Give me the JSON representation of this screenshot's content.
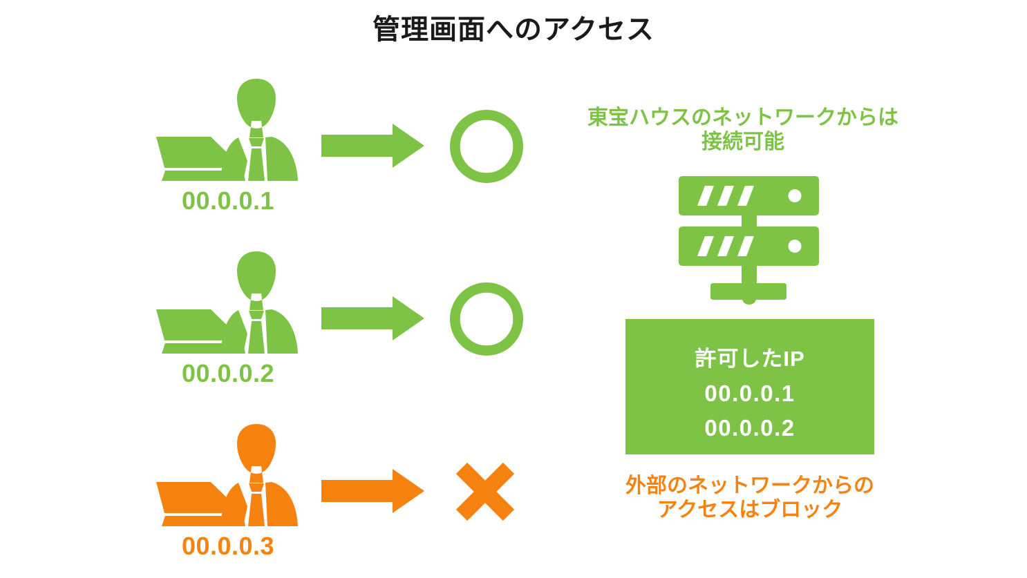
{
  "title": "管理画面へのアクセス",
  "colors": {
    "green": "#7EC345",
    "orange": "#F6830F",
    "title_text": "#1A1A1A",
    "background": "#FFFFFF",
    "box_text": "#FFFFFF"
  },
  "clients": [
    {
      "ip": "00.0.0.1",
      "status": "allowed",
      "result_icon": "circle-ok",
      "color": "green"
    },
    {
      "ip": "00.0.0.2",
      "status": "allowed",
      "result_icon": "circle-ok",
      "color": "green"
    },
    {
      "ip": "00.0.0.3",
      "status": "blocked",
      "result_icon": "x-blocked",
      "color": "orange"
    }
  ],
  "allowed_caption": {
    "line1": "東宝ハウスのネットワークからは",
    "line2": "接続可能"
  },
  "allowed_ip_box": {
    "heading": "許可したIP",
    "ips": [
      "00.0.0.1",
      "00.0.0.2"
    ]
  },
  "blocked_caption": {
    "line1": "外部のネットワークからの",
    "line2": "アクセスはブロック"
  },
  "icons": {
    "client": "user-laptop-icon",
    "server": "server-icon",
    "arrow": "flow-arrow-icon",
    "allowed_mark": "allow-circle-icon",
    "blocked_mark": "block-x-icon"
  }
}
